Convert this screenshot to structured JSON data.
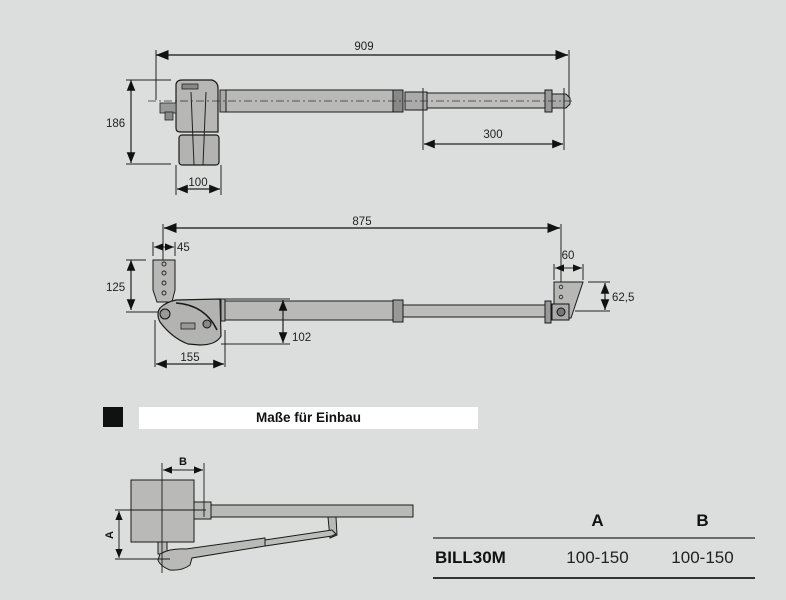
{
  "drawing_top": {
    "overall_length": "909",
    "height": "186",
    "motor_width": "100",
    "stroke": "300"
  },
  "drawing_middle": {
    "install_length": "875",
    "bracket_width": "45",
    "bracket_height": "125",
    "body_height": "102",
    "body_length": "155",
    "front_bracket_width": "60",
    "front_bracket_height": "62,5"
  },
  "section": {
    "title": "Maße für Einbau"
  },
  "install_diagram": {
    "label_a": "A",
    "label_b": "B"
  },
  "table": {
    "headers": [
      "",
      "A",
      "B"
    ],
    "rows": [
      {
        "model": "BILL30M",
        "a": "100-150",
        "b": "100-150"
      }
    ]
  },
  "colors": {
    "background": "#dcdedd",
    "part_fill": "#b5b5b3",
    "line": "#1a1a1a"
  }
}
